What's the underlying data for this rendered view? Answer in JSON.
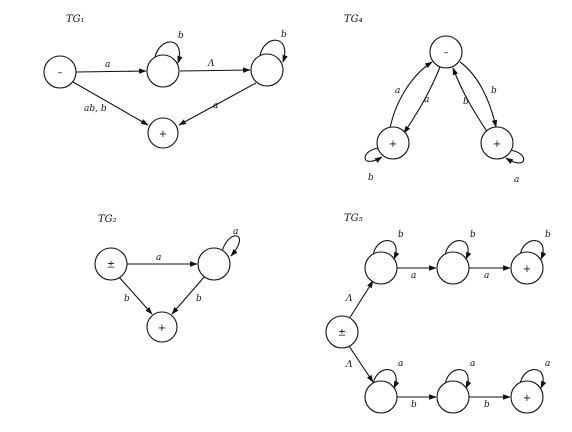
{
  "graphs": {
    "tg1": {
      "title": "TG₁",
      "nodes": {
        "s": "–",
        "n1": "",
        "n2": "",
        "f": "+"
      },
      "edges": {
        "s_n1": "a",
        "n1_loop": "b",
        "n1_n2": "Λ",
        "n2_loop": "b",
        "s_f": "ab, b",
        "n2_f": "a"
      }
    },
    "tg2": {
      "title": "TG₂",
      "nodes": {
        "s": "±",
        "n1": "",
        "f": "+"
      },
      "edges": {
        "s_n1": "a",
        "n1_loop": "a",
        "s_f": "b",
        "n1_f": "b"
      }
    },
    "tg4": {
      "title": "TG₄",
      "nodes": {
        "top": "–",
        "left": "+",
        "right": "+"
      },
      "edges": {
        "left_top": "a",
        "top_left": "a",
        "right_top": "b",
        "top_right": "b",
        "left_loop": "b",
        "right_loop": "a"
      }
    },
    "tg5": {
      "title": "TG₅",
      "nodes": {
        "s": "±",
        "u1": "",
        "u2": "",
        "u3": "+",
        "l1": "",
        "l2": "",
        "l3": "+"
      },
      "edges": {
        "s_u1": "Λ",
        "s_l1": "Λ",
        "u1_loop": "b",
        "u1_u2": "a",
        "u2_loop": "b",
        "u2_u3": "a",
        "u3_loop": "b",
        "l1_loop": "a",
        "l1_l2": "b",
        "l2_loop": "a",
        "l2_l3": "b",
        "l3_loop": "a"
      }
    }
  }
}
